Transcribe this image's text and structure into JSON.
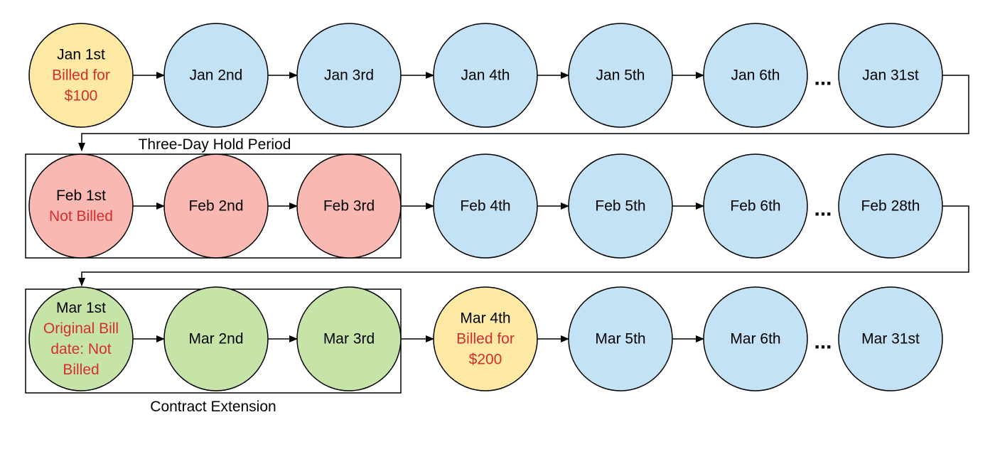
{
  "diagram": {
    "rows": [
      {
        "id": "january",
        "nodes": [
          {
            "date": "Jan 1st",
            "note": [
              "Billed for",
              "$100"
            ],
            "status": "billed"
          },
          {
            "date": "Jan 2nd",
            "status": "normal"
          },
          {
            "date": "Jan 3rd",
            "status": "normal"
          },
          {
            "date": "Jan 4th",
            "status": "normal"
          },
          {
            "date": "Jan 5th",
            "status": "normal"
          },
          {
            "date": "Jan 6th",
            "status": "normal"
          },
          {
            "date": "Jan 31st",
            "status": "normal"
          }
        ]
      },
      {
        "id": "february",
        "nodes": [
          {
            "date": "Feb 1st",
            "note": [
              "Not Billed"
            ],
            "status": "hold"
          },
          {
            "date": "Feb 2nd",
            "status": "hold"
          },
          {
            "date": "Feb 3rd",
            "status": "hold"
          },
          {
            "date": "Feb 4th",
            "status": "normal"
          },
          {
            "date": "Feb 5th",
            "status": "normal"
          },
          {
            "date": "Feb 6th",
            "status": "normal"
          },
          {
            "date": "Feb 28th",
            "status": "normal"
          }
        ]
      },
      {
        "id": "march",
        "nodes": [
          {
            "date": "Mar 1st",
            "note": [
              "Original Bill",
              "date: Not",
              "Billed"
            ],
            "status": "extension"
          },
          {
            "date": "Mar 2nd",
            "status": "extension"
          },
          {
            "date": "Mar 3rd",
            "status": "extension"
          },
          {
            "date": "Mar 4th",
            "note": [
              "Billed for",
              "$200"
            ],
            "status": "billed"
          },
          {
            "date": "Mar 5th",
            "status": "normal"
          },
          {
            "date": "Mar 6th",
            "status": "normal"
          },
          {
            "date": "Mar 31st",
            "status": "normal"
          }
        ]
      }
    ],
    "ellipsis": "...",
    "groups": [
      {
        "name": "three-day-hold-period",
        "label": "Three-Day Hold Period"
      },
      {
        "name": "contract-extension",
        "label": "Contract Extension"
      }
    ],
    "colors": {
      "normal": "#c3e2f5",
      "billed": "#fde9a3",
      "hold": "#f9b8b1",
      "extension": "#c6e3a8",
      "stroke": "#000000",
      "note_text": "#d32f2f"
    }
  }
}
